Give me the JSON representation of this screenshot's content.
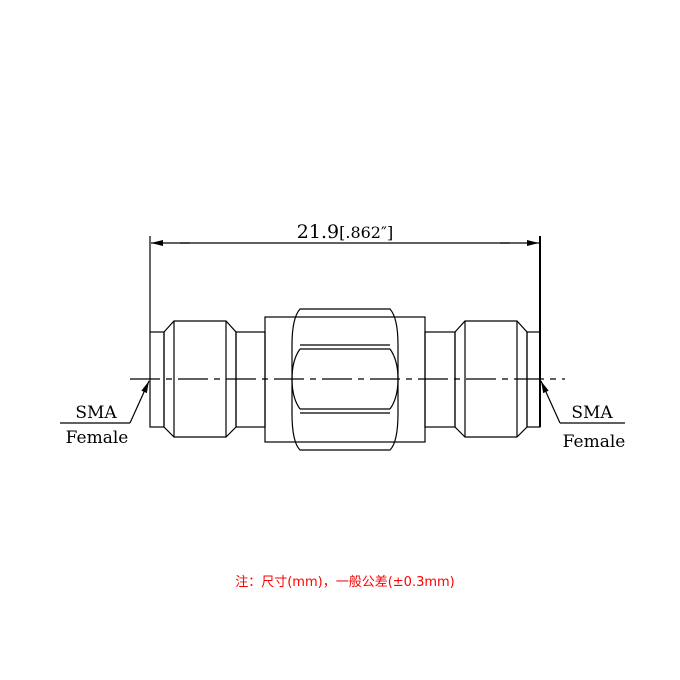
{
  "dimension": {
    "value": "21.9",
    "imperial": "[.862″]"
  },
  "labels": {
    "left": {
      "line1": "SMA",
      "line2": "Female"
    },
    "right": {
      "line1": "SMA",
      "line2": "Female"
    }
  },
  "note": {
    "text": "注：尺寸(mm)，一般公差(±0.3mm)",
    "color": "#ff0000"
  }
}
